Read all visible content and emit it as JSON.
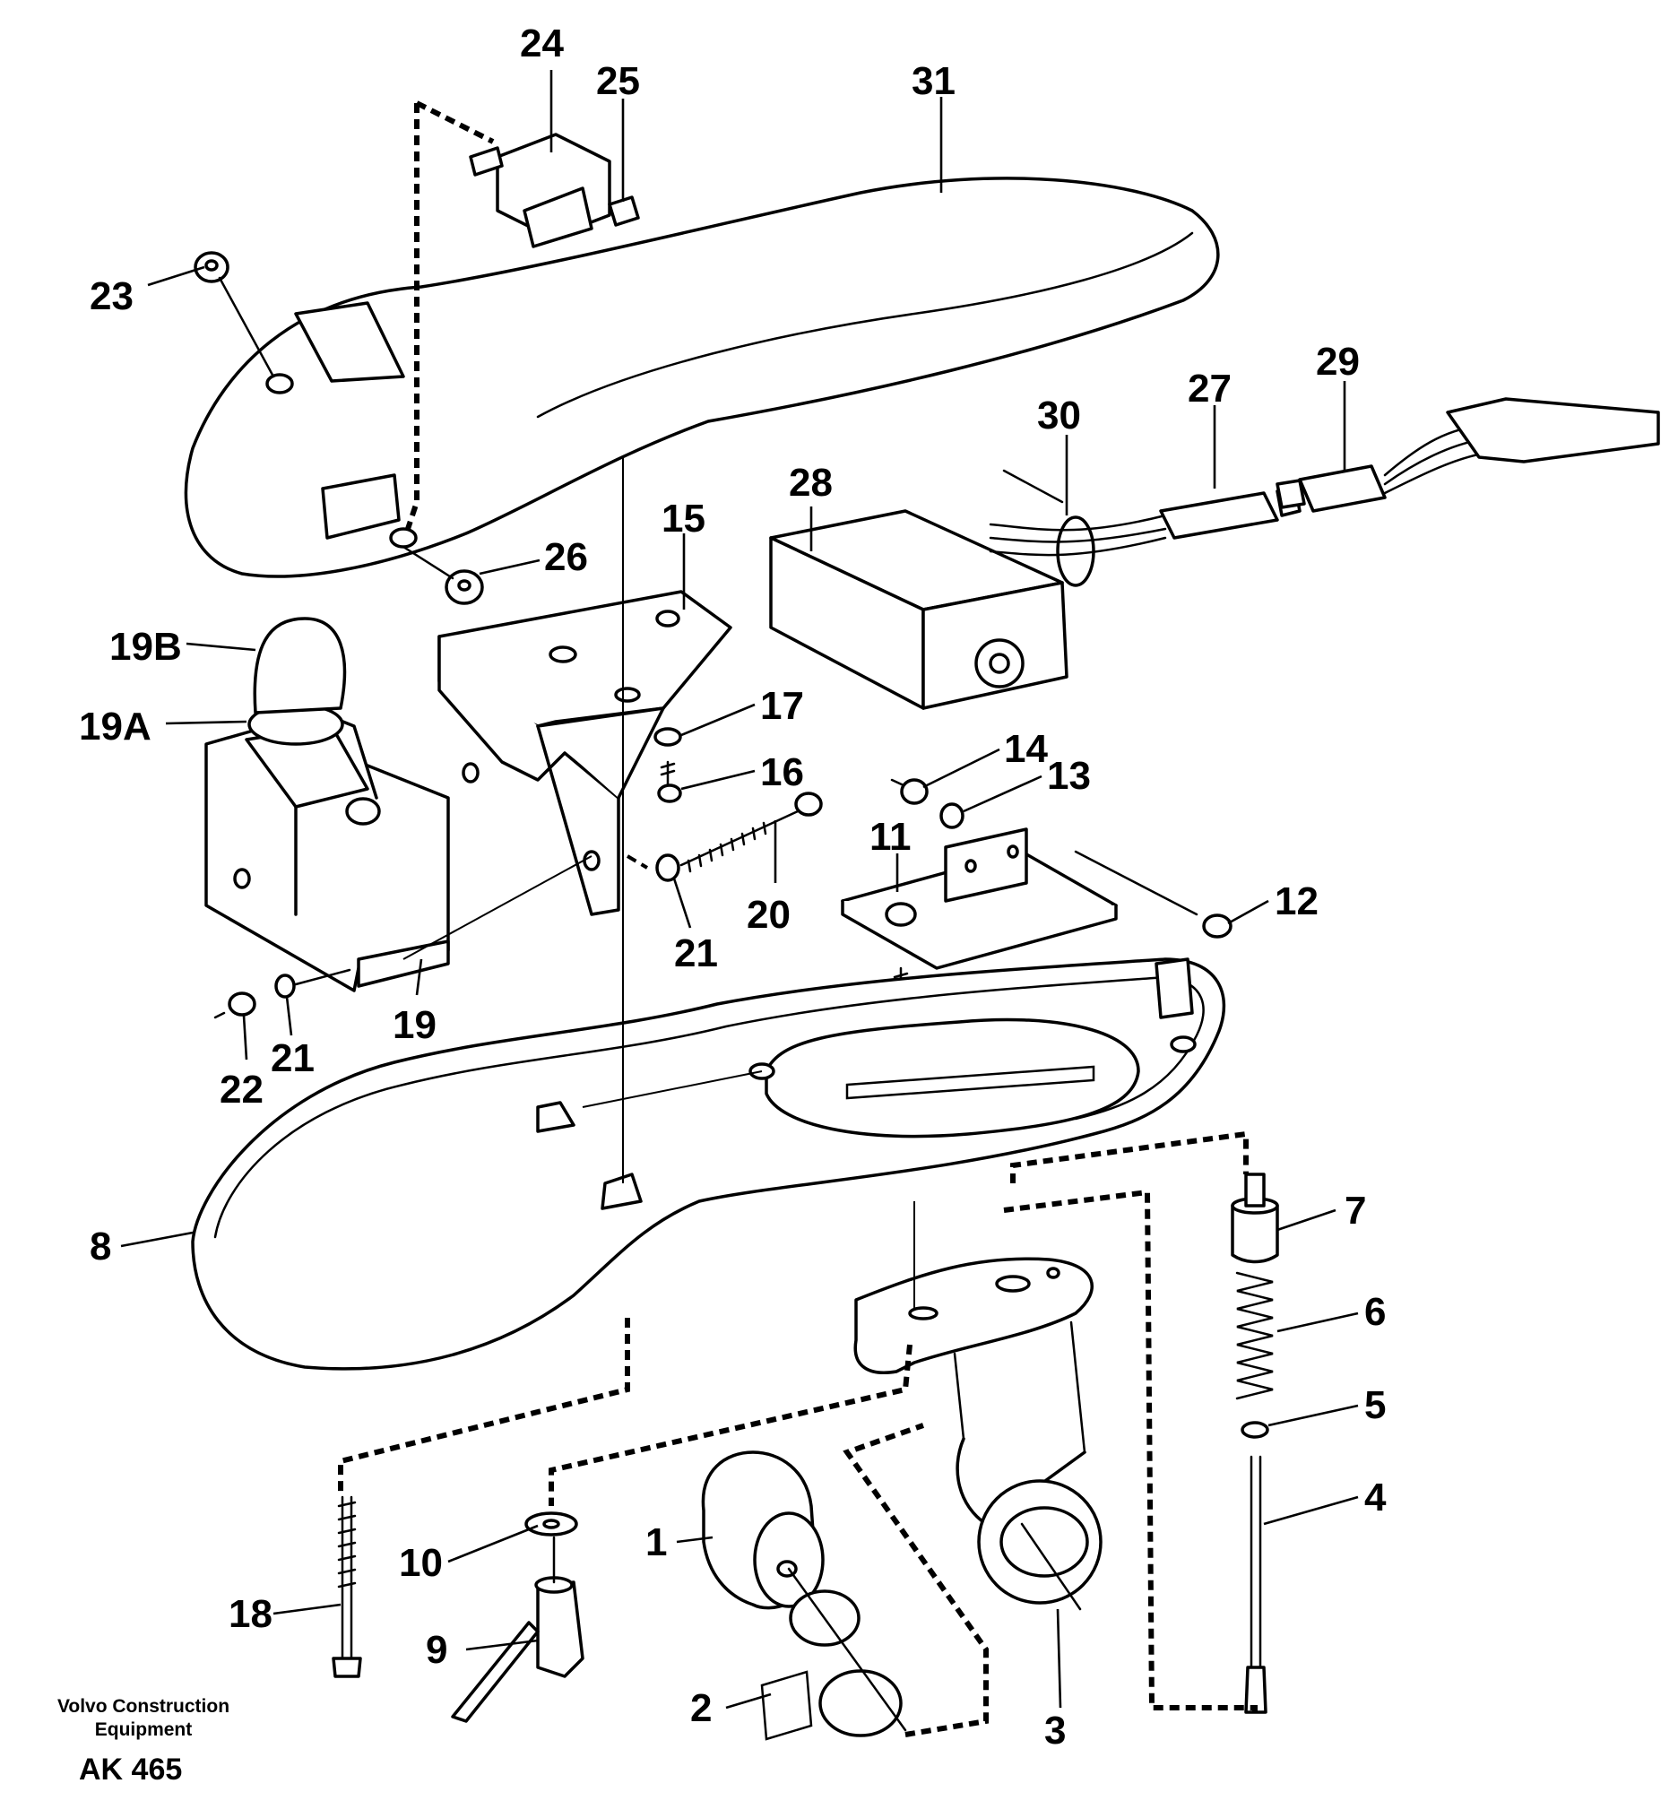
{
  "diagram": {
    "callouts": {
      "c1": "1",
      "c2": "2",
      "c3": "3",
      "c4": "4",
      "c5": "5",
      "c6": "6",
      "c7": "7",
      "c8": "8",
      "c9": "9",
      "c10": "10",
      "c11": "11",
      "c12": "12",
      "c13": "13",
      "c14": "14",
      "c15": "15",
      "c16": "16",
      "c17": "17",
      "c18": "18",
      "c19": "19",
      "c19a": "19A",
      "c19b": "19B",
      "c20": "20",
      "c21a": "21",
      "c21b": "21",
      "c22": "22",
      "c23": "23",
      "c24": "24",
      "c25": "25",
      "c26": "26",
      "c27": "27",
      "c28": "28",
      "c29": "29",
      "c30": "30",
      "c31": "31"
    }
  },
  "footer": {
    "brand_line1": "Volvo Construction",
    "brand_line2": "Equipment",
    "ref_code": "AK 465"
  }
}
